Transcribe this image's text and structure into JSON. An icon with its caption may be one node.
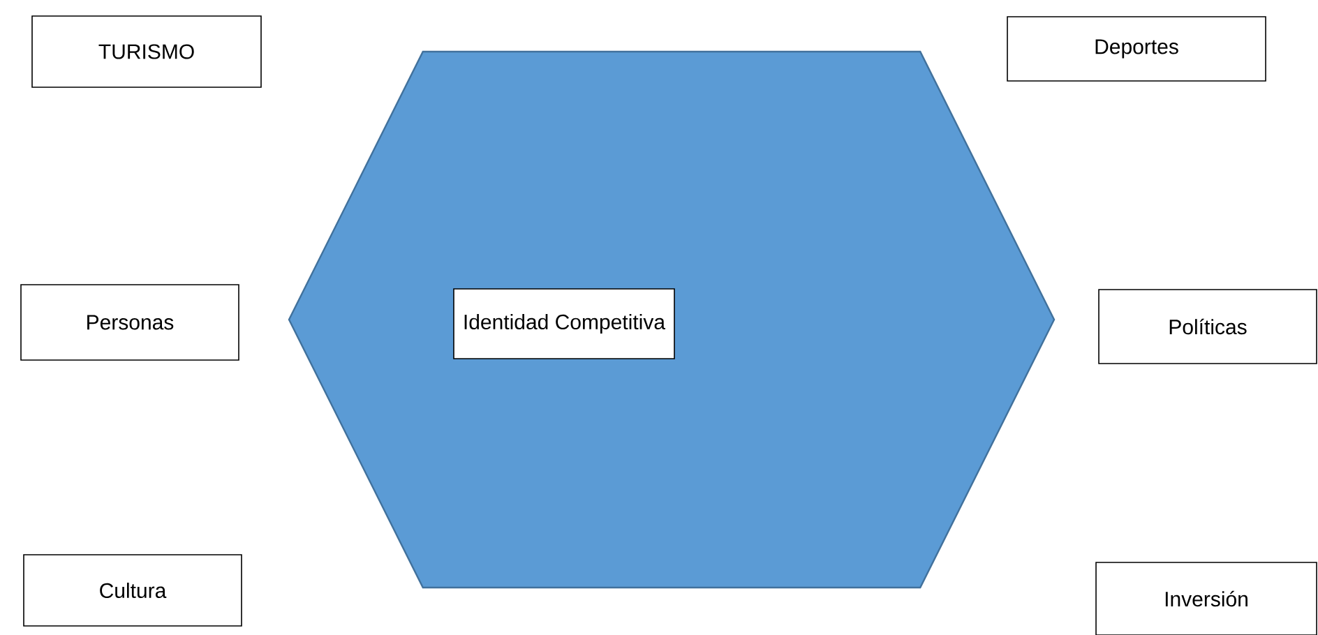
{
  "diagram": {
    "nodes": [
      {
        "text": [],
        "shape": "hexagon"
      },
      {
        "text": [
          "Identidad Competitiva"
        ],
        "in": 0
      },
      {
        "text": [
          "TURISMO"
        ]
      },
      {
        "text": [
          "Deportes"
        ]
      },
      {
        "text": [
          "Personas"
        ]
      },
      {
        "text": [
          "Políticas"
        ]
      },
      {
        "text": [
          "Cultura"
        ]
      },
      {
        "text": [
          "Inversión"
        ]
      }
    ]
  }
}
